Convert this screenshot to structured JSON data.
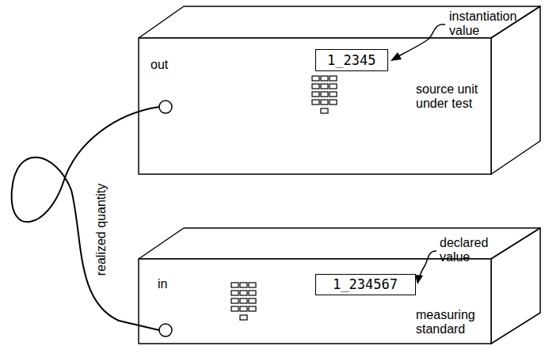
{
  "diagram": {
    "nodes": [
      {
        "text": [
          "out",
          "source unit under test"
        ]
      },
      {
        "text": [
          "1_2345"
        ],
        "in": 0
      },
      {
        "text": [
          "in",
          "measuring standard"
        ]
      },
      {
        "text": [
          "1_234567"
        ],
        "in": 2
      }
    ],
    "edges": [
      {
        "from": 0,
        "to": 2,
        "arrow": "none",
        "label": "realized quantity"
      }
    ],
    "labels": [
      "instantiation value",
      "declared value"
    ]
  }
}
